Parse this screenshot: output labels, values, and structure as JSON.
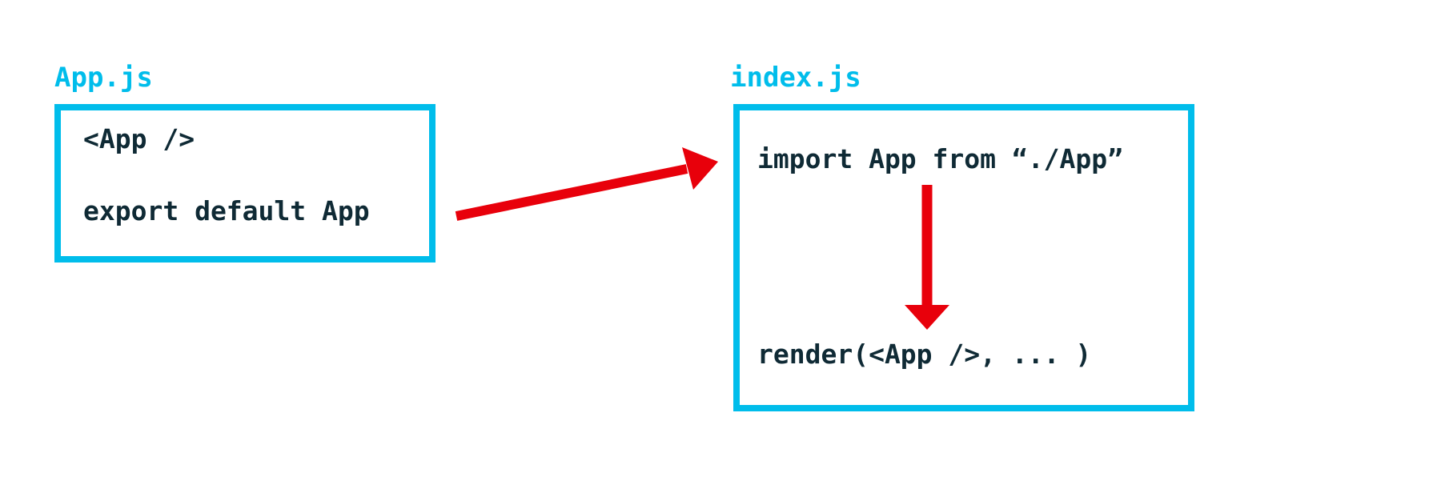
{
  "colors": {
    "box_border": "#00BDEB",
    "label_text": "#00BDEB",
    "code_text": "#0F2A35",
    "arrow": "#E8000B",
    "background": "#FFFFFF"
  },
  "app_file": {
    "label": "App.js",
    "lines": [
      "<App />",
      "export default App"
    ]
  },
  "index_file": {
    "label": "index.js",
    "lines": [
      "import App from “./App”",
      "render(<App />, ... )"
    ]
  }
}
